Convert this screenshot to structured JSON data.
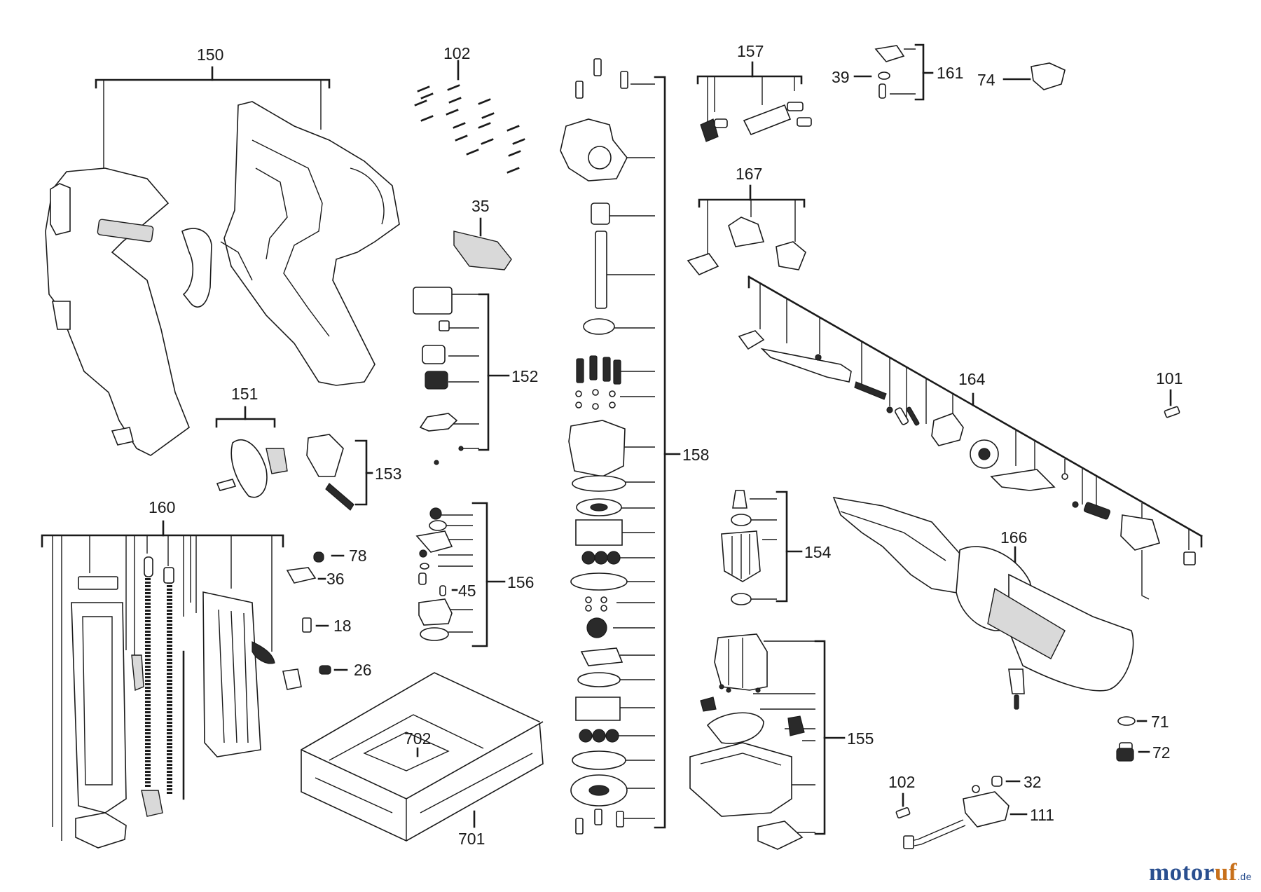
{
  "labels": {
    "l150": "150",
    "l102a": "102",
    "l157": "157",
    "l39": "39",
    "l161": "161",
    "l74": "74",
    "l35": "35",
    "l167": "167",
    "l152": "152",
    "l158": "158",
    "l151": "151",
    "l153": "153",
    "l164": "164",
    "l101": "101",
    "l160": "160",
    "l156": "156",
    "l45": "45",
    "l78": "78",
    "l36": "36",
    "l18": "18",
    "l26": "26",
    "l154": "154",
    "l166": "166",
    "l155": "155",
    "l71": "71",
    "l72": "72",
    "l702": "702",
    "l701": "701",
    "l102b": "102",
    "l32": "32",
    "l111": "111"
  },
  "watermark": {
    "main": "motoruf",
    "suffix": ".de",
    "color_a": "#2a4f8f",
    "color_b": "#c8701a"
  },
  "icons": {
    "housing": "tool-housing-icon",
    "screw": "screw-icon",
    "motor": "motor-icon",
    "case": "carry-case-icon",
    "magazine": "nail-magazine-icon",
    "gear": "gear-icon"
  }
}
